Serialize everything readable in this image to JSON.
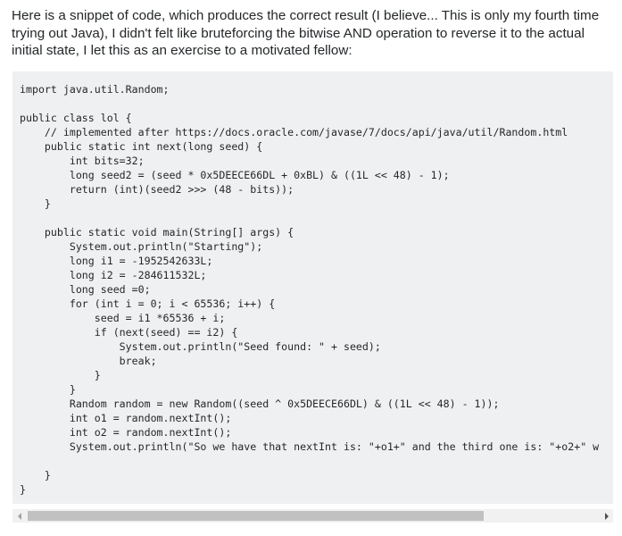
{
  "intro_text": "Here is a snippet of code, which produces the correct result (I believe... This is only my fourth time trying out Java), I didn't felt like bruteforcing the bitwise AND operation to reverse it to the actual initial state, I let this as an exercise to a motivated fellow:",
  "code": {
    "lines": [
      "import java.util.Random;",
      "",
      "public class lol {",
      "    // implemented after https://docs.oracle.com/javase/7/docs/api/java/util/Random.html",
      "    public static int next(long seed) {",
      "        int bits=32;",
      "        long seed2 = (seed * 0x5DEECE66DL + 0xBL) & ((1L << 48) - 1);",
      "        return (int)(seed2 >>> (48 - bits));",
      "    }",
      "",
      "    public static void main(String[] args) {",
      "        System.out.println(\"Starting\");",
      "        long i1 = -1952542633L;",
      "        long i2 = -284611532L;",
      "        long seed =0;",
      "        for (int i = 0; i < 65536; i++) {",
      "            seed = i1 *65536 + i;",
      "            if (next(seed) == i2) {",
      "                System.out.println(\"Seed found: \" + seed);",
      "                break;",
      "            }",
      "        }",
      "        Random random = new Random((seed ^ 0x5DEECE66DL) & ((1L << 48) - 1));",
      "        int o1 = random.nextInt();",
      "        int o2 = random.nextInt();",
      "        System.out.println(\"So we have that nextInt is: \"+o1+\" and the third one is: \"+o2+\" w",
      "",
      "    }",
      "}"
    ]
  },
  "scrollbar": {
    "thumb_fraction": 0.8,
    "icons": {
      "left": "scroll-left-arrow-icon",
      "right": "scroll-right-arrow-icon"
    }
  },
  "colors": {
    "code_background": "#eff0f1",
    "text": "#242729",
    "scroll_track": "#f1f1f1",
    "scroll_thumb": "#c1c1c1"
  }
}
